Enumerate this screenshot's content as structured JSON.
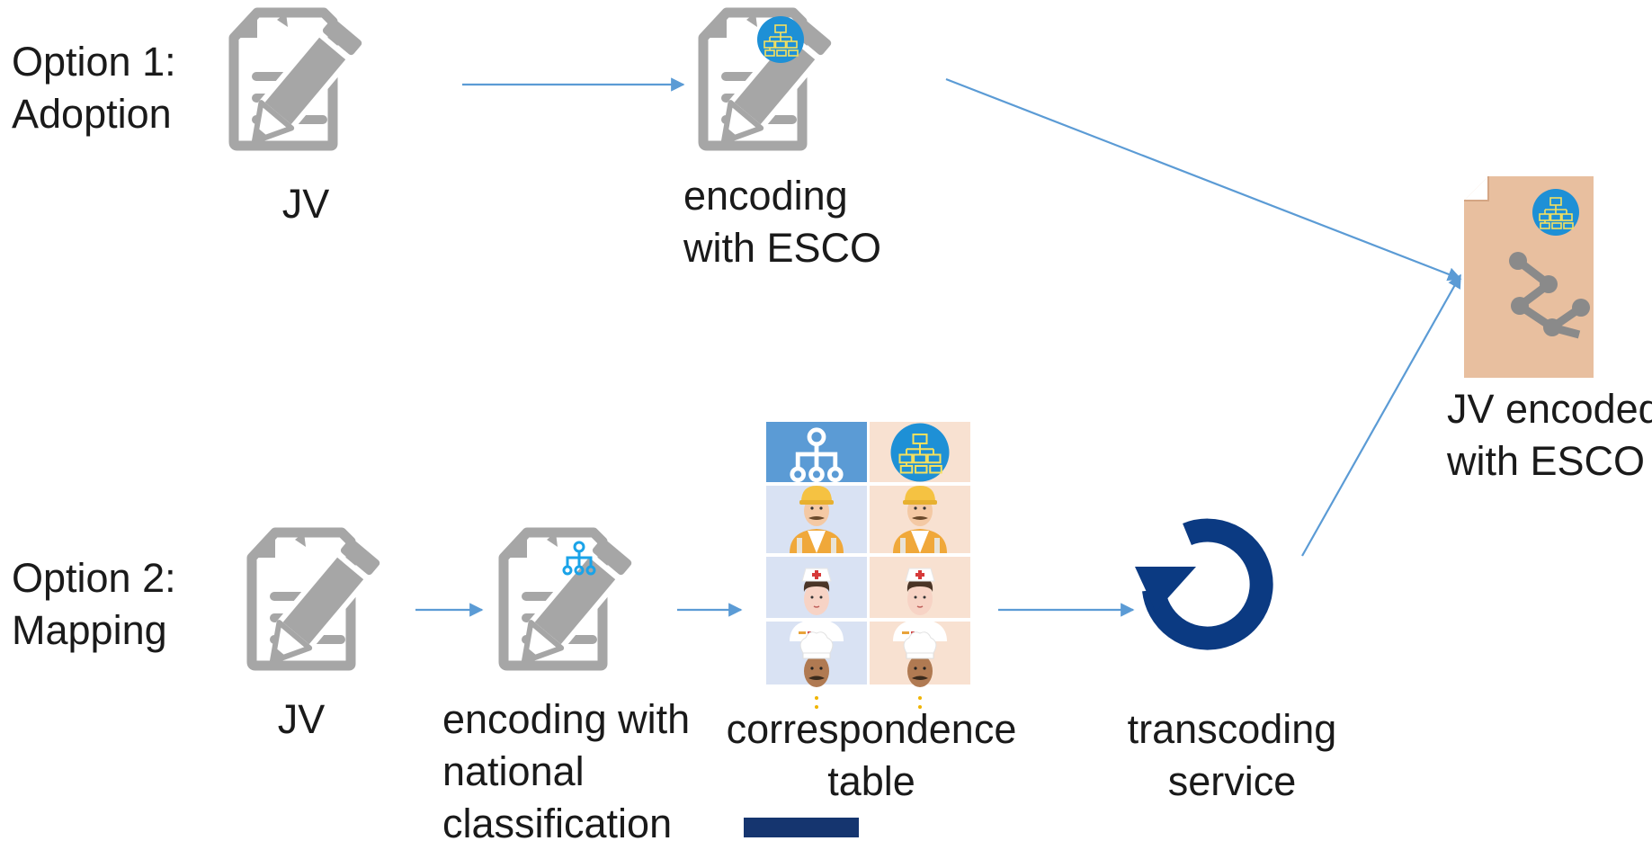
{
  "option1": {
    "title_line1": "Option 1:",
    "title_line2": "Adoption",
    "step1_label": "JV",
    "step2_label_line1": "encoding",
    "step2_label_line2": "with ESCO"
  },
  "option2": {
    "title_line1": "Option 2:",
    "title_line2": "Mapping",
    "step1_label": "JV",
    "step2_label_line1": "encoding with",
    "step2_label_line2": "national",
    "step2_label_line3": "classification",
    "step3_label_line1": "correspondence",
    "step3_label_line2": "table",
    "step4_label_line1": "transcoding",
    "step4_label_line2": "service"
  },
  "result": {
    "label_line1": "JV encoded",
    "label_line2": "with ESCO"
  },
  "icons": {
    "document": "document-edit-icon",
    "esco_badge": "esco-hierarchy-badge-icon",
    "national_badge": "national-hierarchy-icon",
    "correspondence": "correspondence-table-icon",
    "transcoding": "refresh-cycle-icon",
    "result_doc": "encoded-document-share-icon"
  },
  "colors": {
    "arrow": "#5b9bd5",
    "document_grey": "#a6a6a6",
    "esco_blue": "#1e90d6",
    "esco_tree_yellow": "#f6e05e",
    "national_blue": "#1aa3e8",
    "table_header_blue": "#5b9bd5",
    "table_light_blue": "#d9e2f3",
    "table_peach": "#f8e1d1",
    "result_peach": "#e8bf9f",
    "transcoding_navy": "#0b3a82",
    "fragment_navy": "#15356f"
  }
}
